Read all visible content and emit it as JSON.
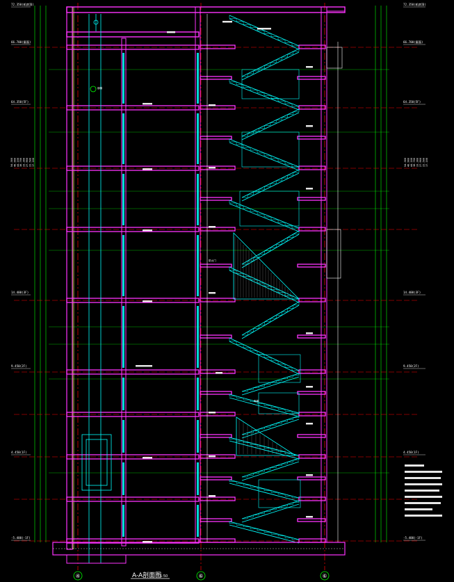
{
  "drawing": {
    "title": "A-A剖面图",
    "scale": "1:50",
    "grid_axes": [
      "④",
      "⑥",
      "⑥"
    ]
  },
  "colors": {
    "background": "#000000",
    "slab": "#ff33ff",
    "stair": "#00ffff",
    "axis": "#ff0000",
    "dimension": "#00ff00",
    "wall_fill": "#ffff66",
    "text": "#ffffff"
  },
  "level_labels": [
    "72.350(机房顶)",
    "66.700(屋面)",
    "64.350(5F)",
    "14.400(3F)",
    "9.450(2F)",
    "4.450(1F)",
    "-5.400(-1F)"
  ],
  "floor_labels": [
    "54.300",
    "48.900",
    "44.100",
    "38.700",
    "33.300",
    "27.900",
    "22.500",
    "17.100"
  ],
  "callouts": [
    "钢梯",
    "防火门",
    "电梯"
  ],
  "notes": {
    "lines": 9
  }
}
